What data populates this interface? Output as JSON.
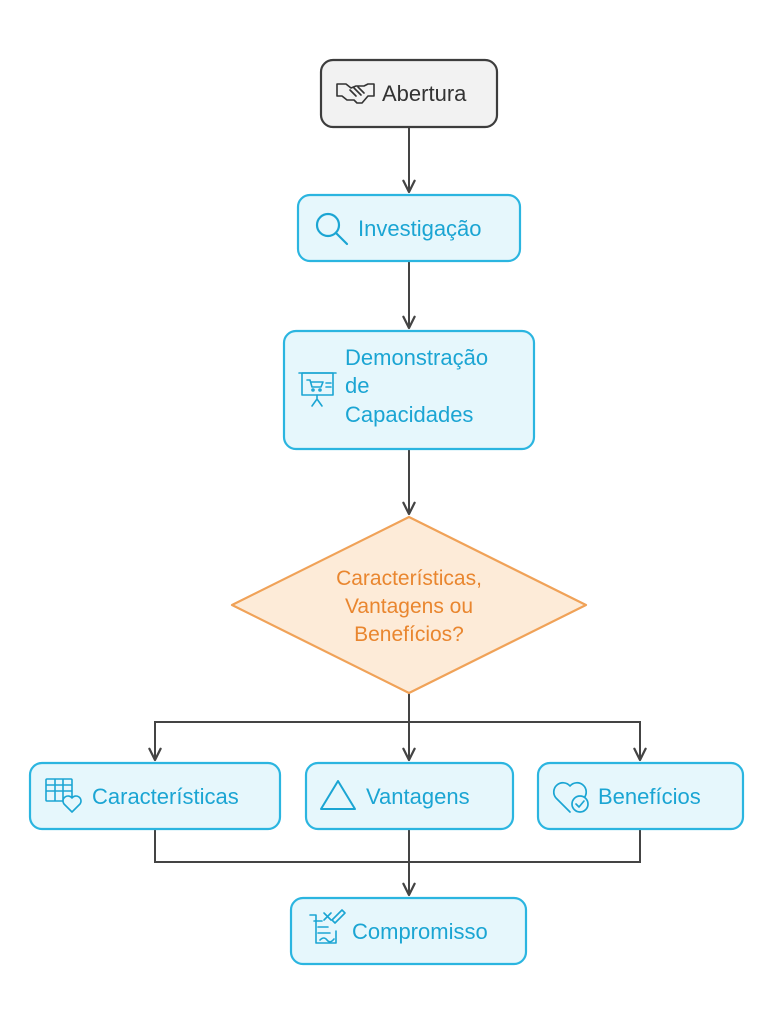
{
  "colors": {
    "start_fill": "#f2f2f2",
    "start_stroke": "#3d3d3d",
    "start_text": "#333333",
    "process_fill": "#e6f7fc",
    "process_stroke": "#2bb5e0",
    "process_text": "#1ba5d3",
    "decision_fill": "#fdebd8",
    "decision_stroke": "#f0a258",
    "decision_text": "#e9862f",
    "connector": "#444444"
  },
  "nodes": {
    "abertura": {
      "label": "Abertura",
      "icon": "handshake-icon"
    },
    "investigacao": {
      "label": "Investigação",
      "icon": "search-icon"
    },
    "demonstracao": {
      "line1": "Demonstração",
      "line2": "de",
      "line3": "Capacidades",
      "icon": "presentation-board-icon"
    },
    "decisao": {
      "line1": "Características,",
      "line2": "Vantagens ou",
      "line3": "Benefícios?"
    },
    "caracteristicas": {
      "label": "Características",
      "icon": "table-heart-icon"
    },
    "vantagens": {
      "label": "Vantagens",
      "icon": "triangle-icon"
    },
    "beneficios": {
      "label": "Benefícios",
      "icon": "heart-check-icon"
    },
    "compromisso": {
      "label": "Compromisso",
      "icon": "document-signature-icon"
    }
  }
}
